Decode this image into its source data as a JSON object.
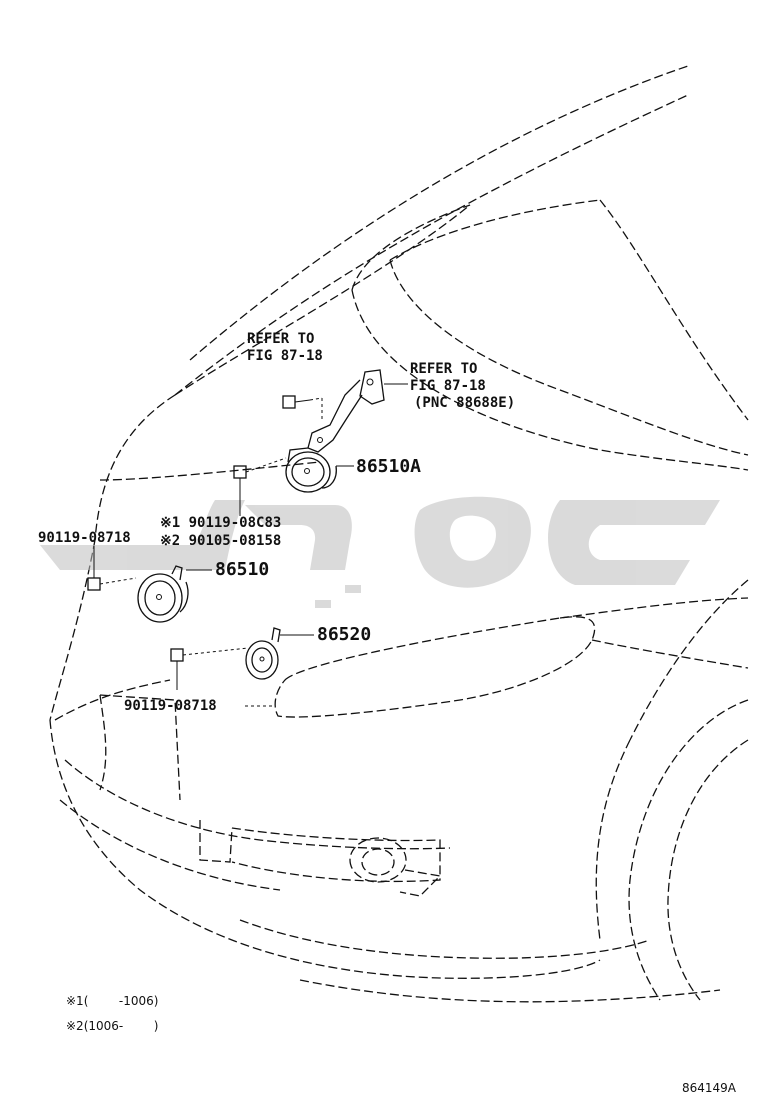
{
  "labels": {
    "refer1_line1": "REFER TO",
    "refer1_line2": "FIG 87-18",
    "refer2_line1": "REFER TO",
    "refer2_line2": "FIG 87-18",
    "refer2_line3": "(PNC 88688E)",
    "part_86510A": "86510A",
    "bolt_alt1": "※1 90119-08C83",
    "bolt_alt2": "※2 90105-08158",
    "bolt_left": "90119-08718",
    "part_86510": "86510",
    "part_86520": "86520",
    "bolt_bottom": "90119-08718"
  },
  "notes": {
    "note1": "※1(        -1006)",
    "note2": "※2(1006-        )"
  },
  "figure_id": "864149A",
  "watermark_color": "#c8c8c8"
}
